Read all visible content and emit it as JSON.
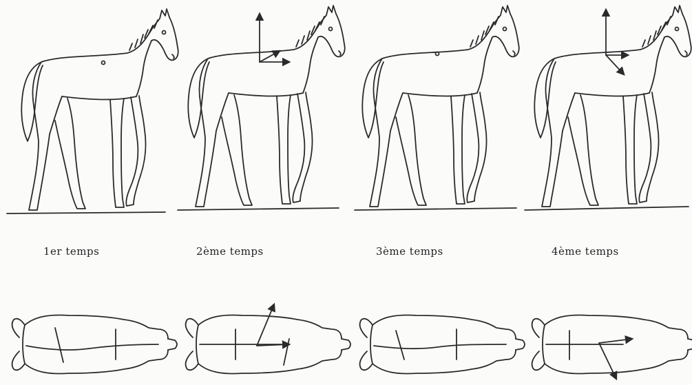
{
  "figure": {
    "panels": [
      {
        "label": "1er temps",
        "arrows_side": false,
        "arrows_top": false
      },
      {
        "label": "2ème temps",
        "arrows_side": true,
        "arrows_top": true
      },
      {
        "label": "3ème temps",
        "arrows_side": false,
        "arrows_top": false
      },
      {
        "label": "4ème temps",
        "arrows_side": true,
        "arrows_top": true
      }
    ]
  }
}
